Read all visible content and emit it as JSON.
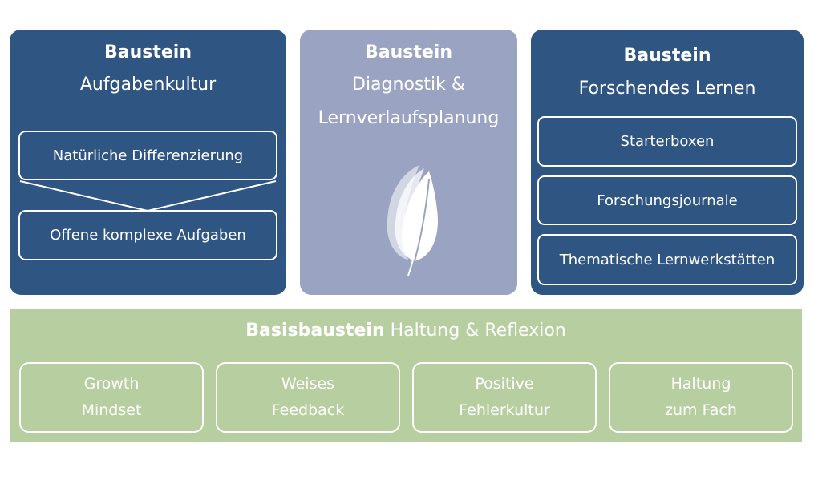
{
  "aufgabenkultur": {
    "title": "Baustein",
    "subtitle": "Aufgabenkultur",
    "items": [
      "Natürliche Differenzierung",
      "Offene komplexe Aufgaben"
    ]
  },
  "diagnostik": {
    "title": "Baustein",
    "subtitle_line1": "Diagnostik &",
    "subtitle_line2": "Lernverlaufsplanung",
    "icon": "leaf-icon"
  },
  "forschendes": {
    "title": "Baustein",
    "subtitle": "Forschendes Lernen",
    "items": [
      "Starterboxen",
      "Forschungsjournale",
      "Thematische Lernwerkstätten"
    ]
  },
  "basis": {
    "title_bold": "Basisbaustein",
    "title_rest": " Haltung & Reflexion",
    "items": [
      {
        "line1": "Growth",
        "line2": "Mindset"
      },
      {
        "line1": "Weises",
        "line2": "Feedback"
      },
      {
        "line1": "Positive",
        "line2": "Fehlerkultur"
      },
      {
        "line1": "Haltung",
        "line2": "zum Fach"
      }
    ]
  },
  "colors": {
    "dark_blue": "#2f5583",
    "light_blue": "#9aa4c2",
    "green": "#b7cfa0",
    "white": "#ffffff"
  }
}
